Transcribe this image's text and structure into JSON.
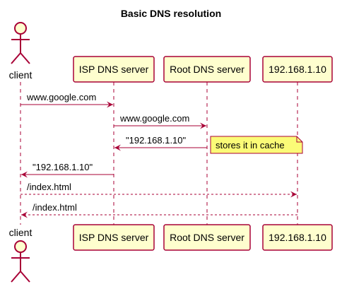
{
  "title": "Basic DNS resolution",
  "participants": [
    {
      "id": "client",
      "label": "client",
      "kind": "actor"
    },
    {
      "id": "isp",
      "label": "ISP DNS server",
      "kind": "box"
    },
    {
      "id": "root",
      "label": "Root DNS server",
      "kind": "box"
    },
    {
      "id": "host",
      "label": "192.168.1.10",
      "kind": "box"
    }
  ],
  "messages": [
    {
      "from": "client",
      "to": "isp",
      "label": "www.google.com",
      "style": "solid"
    },
    {
      "from": "isp",
      "to": "root",
      "label": "www.google.com",
      "style": "solid"
    },
    {
      "from": "root",
      "to": "isp",
      "label": "\"192.168.1.10\"",
      "style": "solid"
    },
    {
      "from": "isp",
      "to": "client",
      "label": "\"192.168.1.10\"",
      "style": "solid"
    },
    {
      "from": "client",
      "to": "host",
      "label": "/index.html",
      "style": "dashed"
    },
    {
      "from": "host",
      "to": "client",
      "label": "/index.html",
      "style": "dashed"
    }
  ],
  "note": {
    "text": "stores it in cache",
    "attached_to": "root",
    "at_message": 2
  },
  "colors": {
    "participant_fill": "#FEFECE",
    "participant_border": "#A80036",
    "lifeline": "#A80036",
    "arrow": "#A80036",
    "note_fill": "#FBFB77",
    "note_border": "#A80036",
    "text": "#000000"
  }
}
